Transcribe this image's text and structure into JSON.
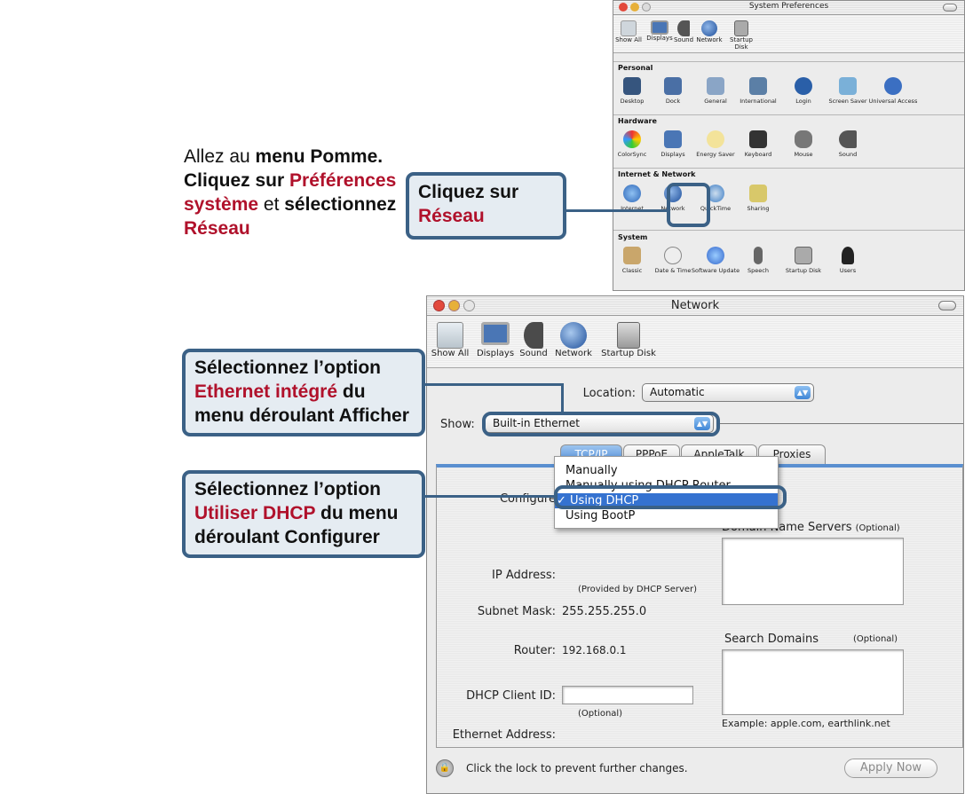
{
  "instruction": {
    "p1": "Allez au ",
    "b1": "menu Pomme. Cliquez sur",
    "r1": "Préférences système",
    "p2": " et ",
    "b2": "sélectionnez",
    "r2": "Réseau"
  },
  "callouts": {
    "network": {
      "line1": "Cliquez sur",
      "line2": "Réseau"
    },
    "ethernet": {
      "line1": "Sélectionnez l’option",
      "red": "Ethernet intégré",
      "after": " du",
      "line3": "menu déroulant Afficher"
    },
    "dhcp": {
      "line1": "Sélectionnez l’option",
      "red": "Utiliser DHCP",
      "after": " du menu",
      "line3": "déroulant Configurer"
    }
  },
  "colors": {
    "accent_red": "#b0112b",
    "callout_border": "#3b6186",
    "callout_fill": "#e5ecf2",
    "selection_blue": "#3572d0"
  },
  "sysprefs": {
    "title": "System Preferences",
    "toolbar": [
      "Show All",
      "Displays",
      "Sound",
      "Network",
      "Startup Disk"
    ],
    "sections": [
      {
        "title": "Personal",
        "items": [
          "Desktop",
          "Dock",
          "General",
          "International",
          "Login",
          "Screen Saver",
          "Universal Access"
        ]
      },
      {
        "title": "Hardware",
        "items": [
          "ColorSync",
          "Displays",
          "Energy Saver",
          "Keyboard",
          "Mouse",
          "Sound"
        ]
      },
      {
        "title": "Internet & Network",
        "items": [
          "Internet",
          "Network",
          "QuickTime",
          "Sharing"
        ]
      },
      {
        "title": "System",
        "items": [
          "Classic",
          "Date & Time",
          "Software Update",
          "Speech",
          "Startup Disk",
          "Users"
        ]
      }
    ]
  },
  "network": {
    "title": "Network",
    "toolbar": [
      "Show All",
      "Displays",
      "Sound",
      "Network",
      "Startup Disk"
    ],
    "location_label": "Location:",
    "location_value": "Automatic",
    "show_label": "Show:",
    "show_value": "Built-in Ethernet",
    "tabs": [
      "TCP/IP",
      "PPPoE",
      "AppleTalk",
      "Proxies"
    ],
    "configure_label": "Configure",
    "configure_options": [
      "Manually",
      "Manually using DHCP Router",
      "Using DHCP",
      "Using BootP"
    ],
    "configure_selected": "✓ Using DHCP",
    "dns_label": "Domain Name Servers",
    "optional": "(Optional)",
    "ip_label": "IP Address:",
    "ip_note": "(Provided by DHCP Server)",
    "subnet_label": "Subnet Mask:",
    "subnet_value": "255.255.255.0",
    "router_label": "Router:",
    "router_value": "192.168.0.1",
    "search_label": "Search Domains",
    "client_label": "DHCP Client ID:",
    "client_note": "(Optional)",
    "example": "Example: apple.com, earthlink.net",
    "ethernet_label": "Ethernet Address:",
    "lock_text": "Click the lock to prevent further changes.",
    "apply": "Apply Now"
  }
}
